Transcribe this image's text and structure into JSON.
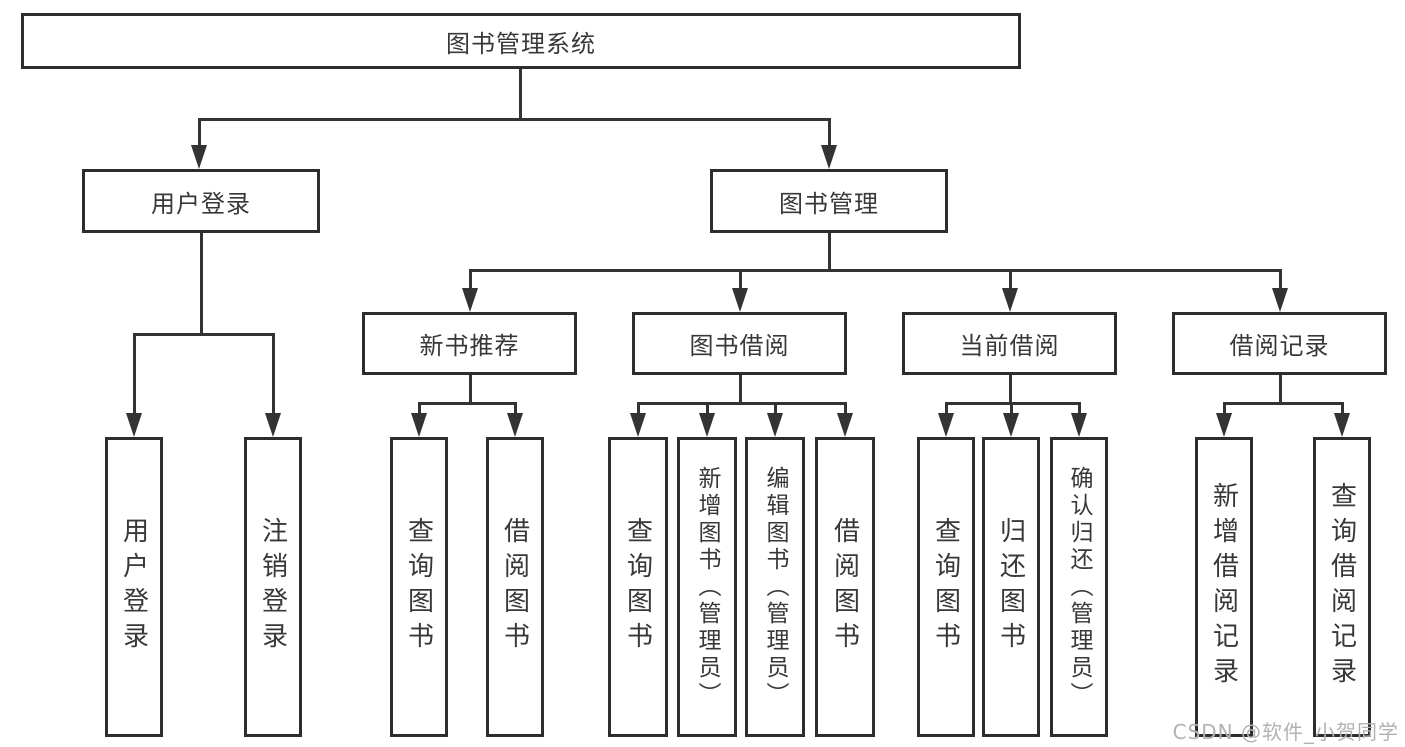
{
  "root": {
    "label": "图书管理系统"
  },
  "level2": [
    {
      "label": "用户登录"
    },
    {
      "label": "图书管理"
    }
  ],
  "level3": [
    {
      "label": "新书推荐"
    },
    {
      "label": "图书借阅"
    },
    {
      "label": "当前借阅"
    },
    {
      "label": "借阅记录"
    }
  ],
  "leaves": [
    {
      "label": "用户登录"
    },
    {
      "label": "注销登录"
    },
    {
      "label": "查询图书"
    },
    {
      "label": "借阅图书"
    },
    {
      "label": "查询图书"
    },
    {
      "label": "新增图书（管理员）"
    },
    {
      "label": "编辑图书（管理员）"
    },
    {
      "label": "借阅图书"
    },
    {
      "label": "查询图书"
    },
    {
      "label": "归还图书"
    },
    {
      "label": "确认归还（管理员）"
    },
    {
      "label": "新增借阅记录"
    },
    {
      "label": "查询借阅记录"
    }
  ],
  "watermark": "CSDN @软件_小贺同学",
  "colors": {
    "line": "#333333",
    "box_border": "#2d2d2d",
    "text": "#383838",
    "watermark": "#b2b2b2",
    "background": "#ffffff"
  }
}
